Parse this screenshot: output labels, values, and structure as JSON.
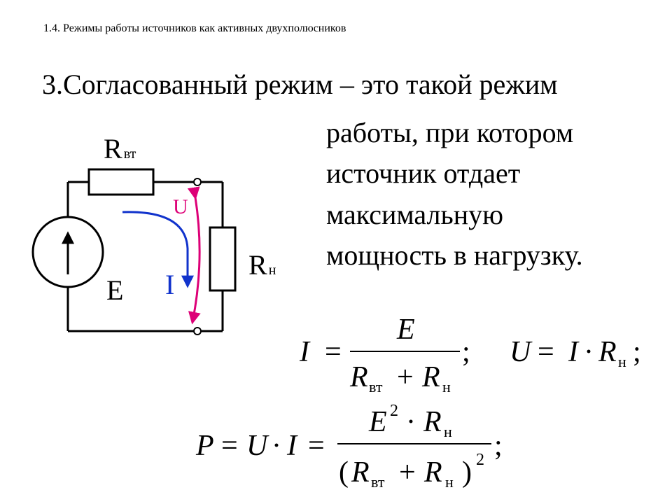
{
  "slide": {
    "subtitle": "1.4. Режимы работы источников как активных двухполюсников",
    "heading": "3.Согласованный режим – это такой режим",
    "body_lines": [
      "работы, при котором",
      "источник отдает",
      "максимальную",
      "мощность в нагрузку."
    ]
  },
  "circuit": {
    "r_internal": {
      "main": "R",
      "sub": "вт"
    },
    "r_load": {
      "main": "R",
      "sub": "н"
    },
    "emf": "E",
    "voltage": "U",
    "current": "I"
  },
  "formulas": {
    "current": {
      "lhs": "I",
      "eq": "=",
      "num": "E",
      "den_r1": "R",
      "den_s1": "вт",
      "plus": "+",
      "den_r2": "R",
      "den_s2": "н",
      "end": ";"
    },
    "voltage": {
      "lhs": "U",
      "eq": "=",
      "i": "I",
      "dot": "·",
      "r": "R",
      "sub": "н",
      "end": ";"
    },
    "power": {
      "lhs": "P",
      "eq1": "=",
      "u": "U",
      "dot1": "·",
      "i": "I",
      "eq2": "=",
      "num_e": "E",
      "num_exp": "2",
      "dot2": "·",
      "num_r": "R",
      "num_sub": "н",
      "lp": "(",
      "den_r1": "R",
      "den_s1": "вт",
      "plus": "+",
      "den_r2": "R",
      "den_s2": "н",
      "rp": ")",
      "den_exp": "2",
      "end": ";"
    }
  },
  "colors": {
    "voltage_arrow": "#dd0077",
    "current_arrow": "#1133cc",
    "wire": "#000000"
  }
}
